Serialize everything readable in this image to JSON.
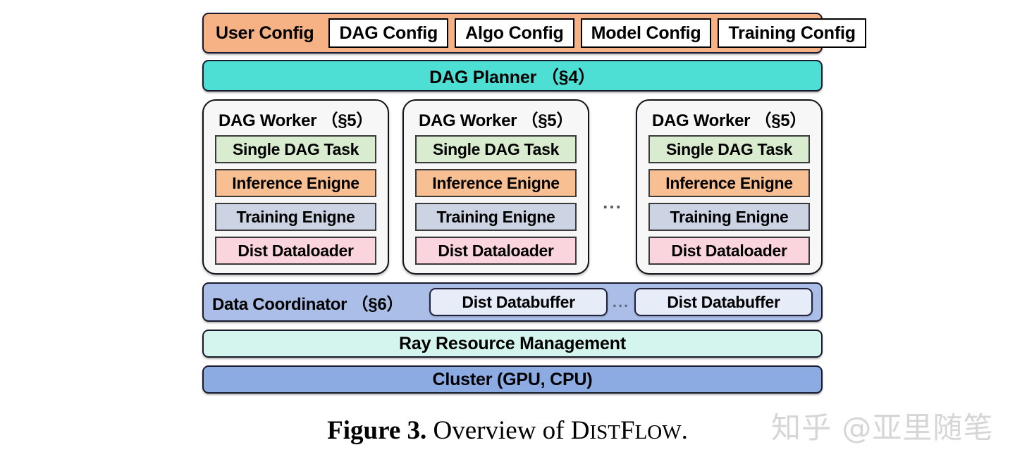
{
  "figure": {
    "caption_prefix": "Figure 3.",
    "caption_rest": "Overview of",
    "caption_system_head": "D",
    "caption_system_tail1": "IST",
    "caption_system_head2": "F",
    "caption_system_tail2": "LOW",
    "caption_period": "."
  },
  "watermark": {
    "text": "知乎 @亚里随笔"
  },
  "config_row": {
    "label": "User Config",
    "boxes": [
      {
        "label": "DAG Config"
      },
      {
        "label": "Algo Config"
      },
      {
        "label": "Model Config"
      },
      {
        "label": "Training Config"
      }
    ],
    "color": "#f6b184"
  },
  "planner": {
    "label": "DAG  Planner （§4）",
    "color": "#4ddfd4"
  },
  "workers": {
    "ellipsis": "...",
    "items": [
      {
        "title": "DAG Worker  （§5）",
        "components": [
          {
            "label": "Single DAG Task",
            "color": "#d9eccf"
          },
          {
            "label": "Inference Enigne",
            "color": "#f8bf92"
          },
          {
            "label": "Training Enigne",
            "color": "#ccd4e4"
          },
          {
            "label": "Dist Dataloader",
            "color": "#fbd5de"
          }
        ]
      },
      {
        "title": "DAG Worker  （§5）",
        "components": [
          {
            "label": "Single DAG Task",
            "color": "#d9eccf"
          },
          {
            "label": "Inference Enigne",
            "color": "#f8bf92"
          },
          {
            "label": "Training Enigne",
            "color": "#ccd4e4"
          },
          {
            "label": "Dist Dataloader",
            "color": "#fbd5de"
          }
        ]
      },
      {
        "title": "DAG Worker  （§5）",
        "components": [
          {
            "label": "Single DAG Task",
            "color": "#d9eccf"
          },
          {
            "label": "Inference Enigne",
            "color": "#f8bf92"
          },
          {
            "label": "Training Enigne",
            "color": "#ccd4e4"
          },
          {
            "label": "Dist Dataloader",
            "color": "#fbd5de"
          }
        ]
      }
    ]
  },
  "coordinator": {
    "label": "Data Coordinator  （§6）",
    "color": "#aabee8",
    "ellipsis": "...",
    "buffers": [
      {
        "label": "Dist Databuffer"
      },
      {
        "label": "Dist Databuffer"
      }
    ]
  },
  "ray": {
    "label": "Ray Resource Management",
    "color": "#d4f4ee"
  },
  "cluster": {
    "label": "Cluster (GPU, CPU)",
    "color": "#8cabe3"
  }
}
